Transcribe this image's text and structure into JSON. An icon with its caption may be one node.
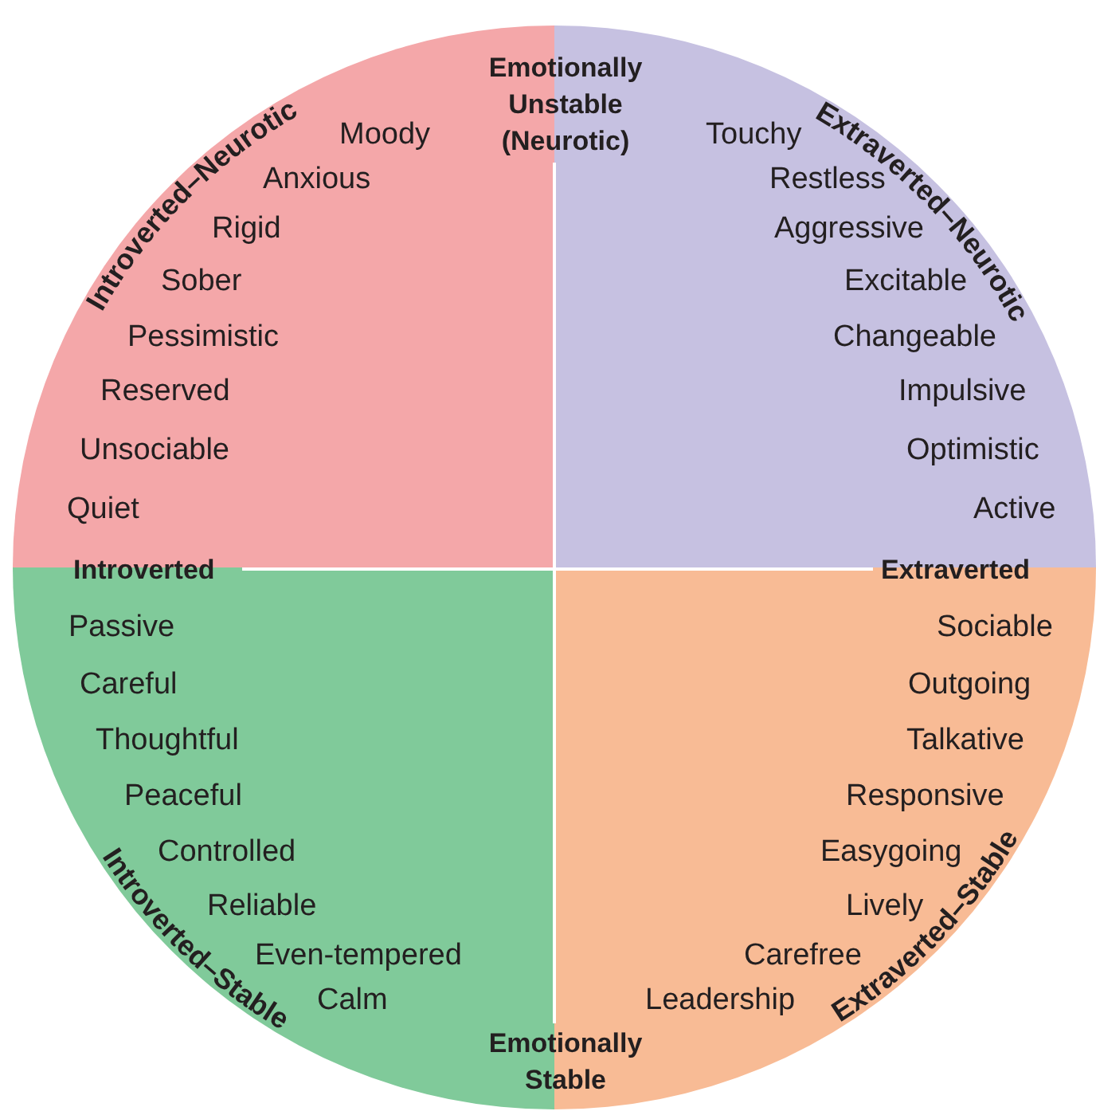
{
  "diagram": {
    "nodes": [
      {
        "text": [
          "Introverted–Neurotic",
          "Moody",
          "Anxious",
          "Rigid",
          "Sober",
          "Pessimistic",
          "Reserved",
          "Unsociable",
          "Quiet"
        ]
      },
      {
        "text": [
          "Extraverted–Neurotic",
          "Touchy",
          "Restless",
          "Aggressive",
          "Excitable",
          "Changeable",
          "Impulsive",
          "Optimistic",
          "Active"
        ]
      },
      {
        "text": [
          "Introverted–Stable",
          "Passive",
          "Careful",
          "Thoughtful",
          "Peaceful",
          "Controlled",
          "Reliable",
          "Even-tempered",
          "Calm"
        ]
      },
      {
        "text": [
          "Extraverted–Stable",
          "Sociable",
          "Outgoing",
          "Talkative",
          "Responsive",
          "Easygoing",
          "Lively",
          "Carefree",
          "Leadership"
        ]
      }
    ],
    "edges": [],
    "labels": [
      "Emotionally Unstable (Neurotic)",
      "Introverted",
      "Extraverted",
      "Emotionally Stable"
    ]
  }
}
